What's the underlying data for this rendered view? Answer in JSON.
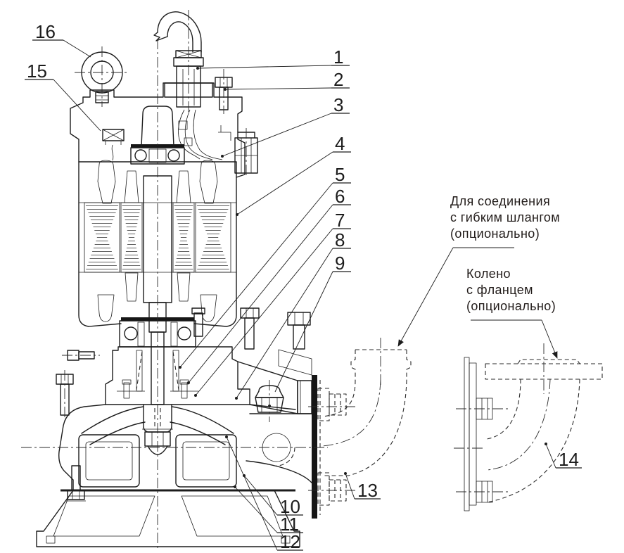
{
  "drawing": {
    "callouts": [
      "1",
      "2",
      "3",
      "4",
      "5",
      "6",
      "7",
      "8",
      "9",
      "10",
      "11",
      "12",
      "13",
      "14",
      "15",
      "16"
    ],
    "annotations": {
      "hose": {
        "lines": [
          "Для соединения",
          "с гибким шлангом",
          "(опционально)"
        ]
      },
      "flange_elbow": {
        "lines": [
          "Колено",
          "с фланцем",
          "(опционально)"
        ]
      }
    },
    "colors": {
      "line": "#1c1c1c",
      "background": "#ffffff"
    }
  }
}
